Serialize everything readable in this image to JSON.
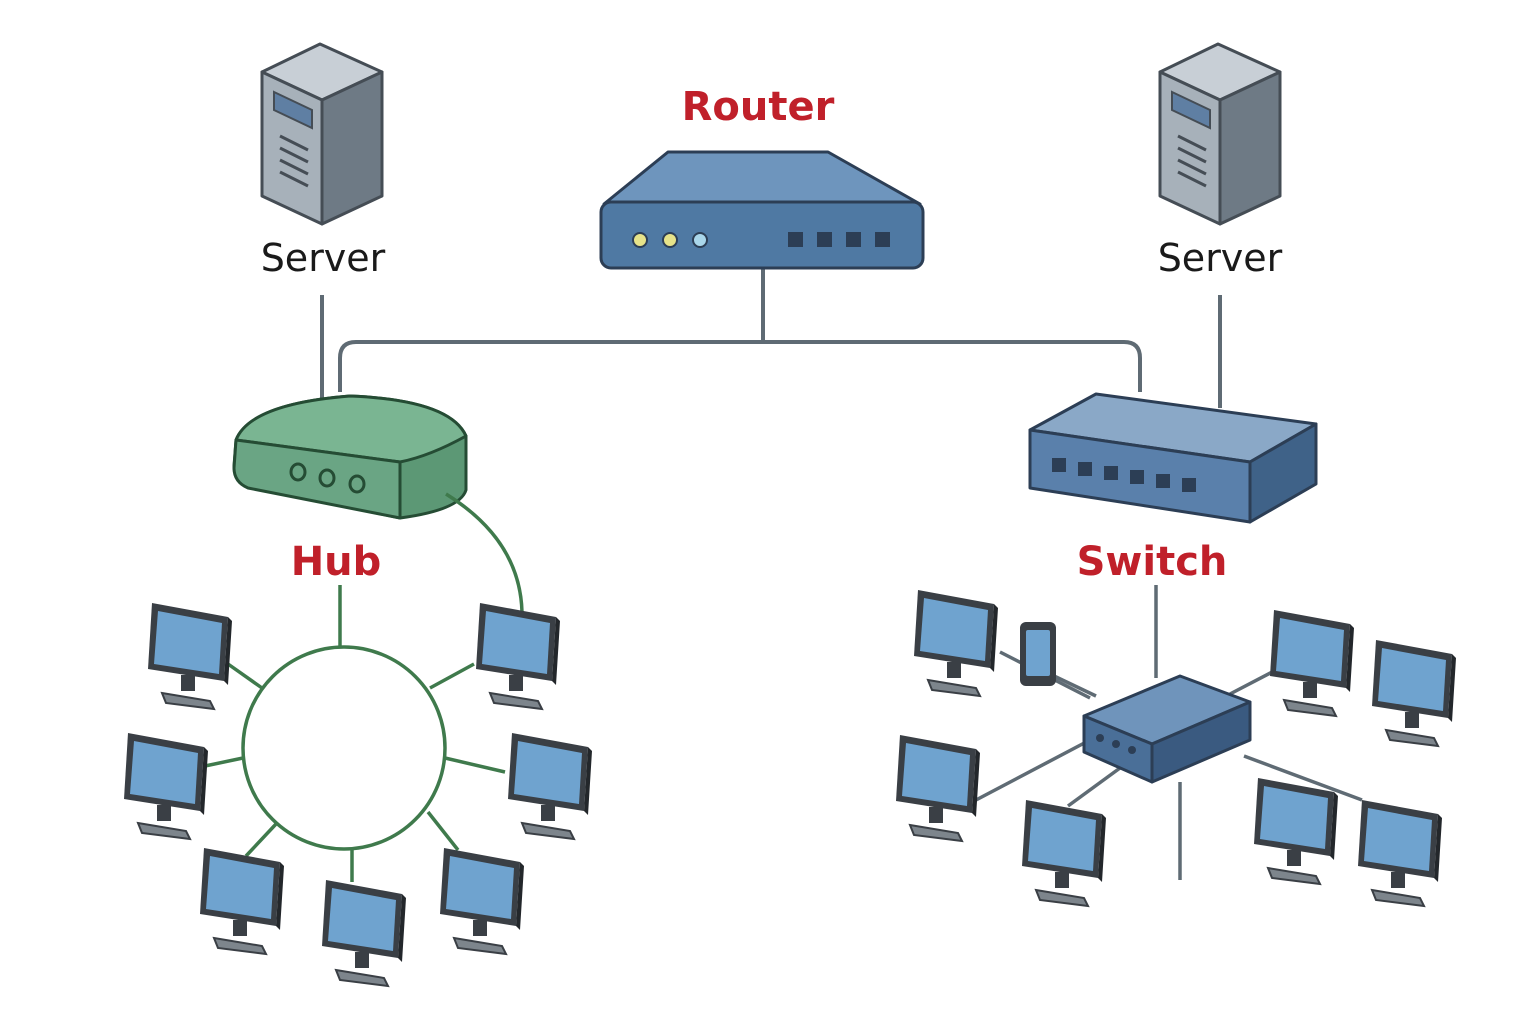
{
  "labels": {
    "router": "Router",
    "server_left": "Server",
    "server_right": "Server",
    "hub": "Hub",
    "switch": "Switch"
  },
  "colors": {
    "label_red": "#c0202a",
    "label_dark": "#1a1a1a",
    "router_blue": "#4f79a3",
    "switch_blue": "#5a80ab",
    "hub_green": "#6aa584",
    "hub_line_green": "#3f7a4c",
    "cable_gray": "#5f6b74",
    "screen_blue": "#6fa3cf",
    "server_gray": "#9aa4ae"
  },
  "icons": [
    "server-icon",
    "router-icon",
    "hub-icon",
    "switch-icon",
    "monitor-icon",
    "phone-icon"
  ]
}
